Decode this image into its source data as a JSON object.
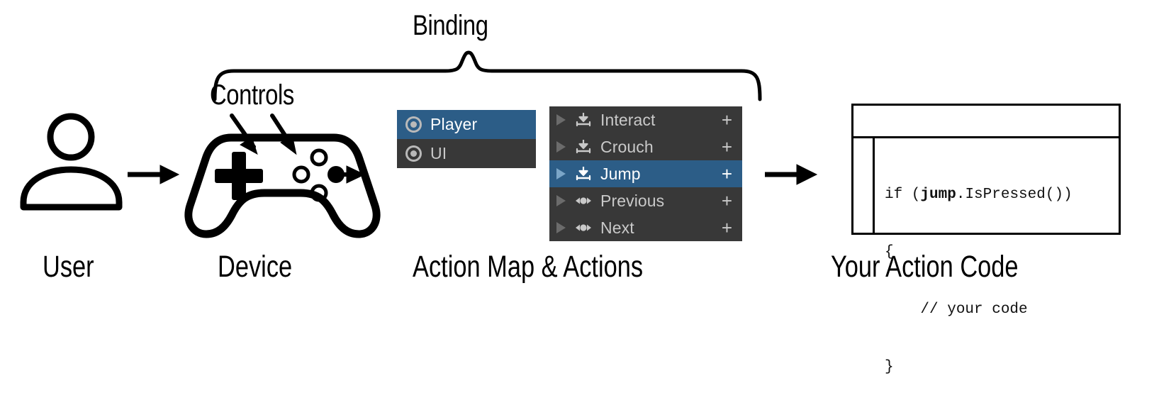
{
  "diagram": {
    "title_labels": {
      "binding": "Binding",
      "controls": "Controls"
    },
    "captions": {
      "user": "User",
      "device": "Device",
      "action_map": "Action Map & Actions",
      "code": "Your Action Code"
    },
    "icons": {
      "user": "user-person-icon",
      "device": "gamepad-controller-icon",
      "brace": "curly-brace-bracket",
      "arrow": "arrow-right-icon"
    }
  },
  "action_map_panel": {
    "name": "action-maps-list",
    "items": [
      {
        "label": "Player",
        "icon": "action-map-ring-icon",
        "selected": true
      },
      {
        "label": "UI",
        "icon": "action-map-ring-icon",
        "selected": false
      }
    ]
  },
  "actions_panel": {
    "name": "actions-list",
    "items": [
      {
        "label": "Interact",
        "type": "button",
        "icon": "button-action-icon",
        "expander": "chevron-right-icon",
        "add": "+",
        "selected": false
      },
      {
        "label": "Crouch",
        "type": "button",
        "icon": "button-action-icon",
        "expander": "chevron-right-icon",
        "add": "+",
        "selected": false
      },
      {
        "label": "Jump",
        "type": "button",
        "icon": "button-action-icon",
        "expander": "chevron-right-icon",
        "add": "+",
        "selected": true
      },
      {
        "label": "Previous",
        "type": "value",
        "icon": "axis-action-icon",
        "expander": "chevron-right-icon",
        "add": "+",
        "selected": false
      },
      {
        "label": "Next",
        "type": "value",
        "icon": "axis-action-icon",
        "expander": "chevron-right-icon",
        "add": "+",
        "selected": false
      }
    ]
  },
  "code_window": {
    "name": "code-editor-window",
    "lines": [
      {
        "pre": "if (",
        "bold": "jump",
        "post": ".IsPressed())"
      },
      {
        "pre": "{",
        "bold": "",
        "post": ""
      },
      {
        "pre": "    // your code",
        "bold": "",
        "post": ""
      },
      {
        "pre": "}",
        "bold": "",
        "post": ""
      }
    ]
  },
  "colors": {
    "panel_bg": "#383838",
    "selected_blue": "#2c5d87",
    "text_light": "#c9c9c9",
    "text_white": "#ffffff",
    "ink": "#000000",
    "page_bg": "#ffffff"
  }
}
